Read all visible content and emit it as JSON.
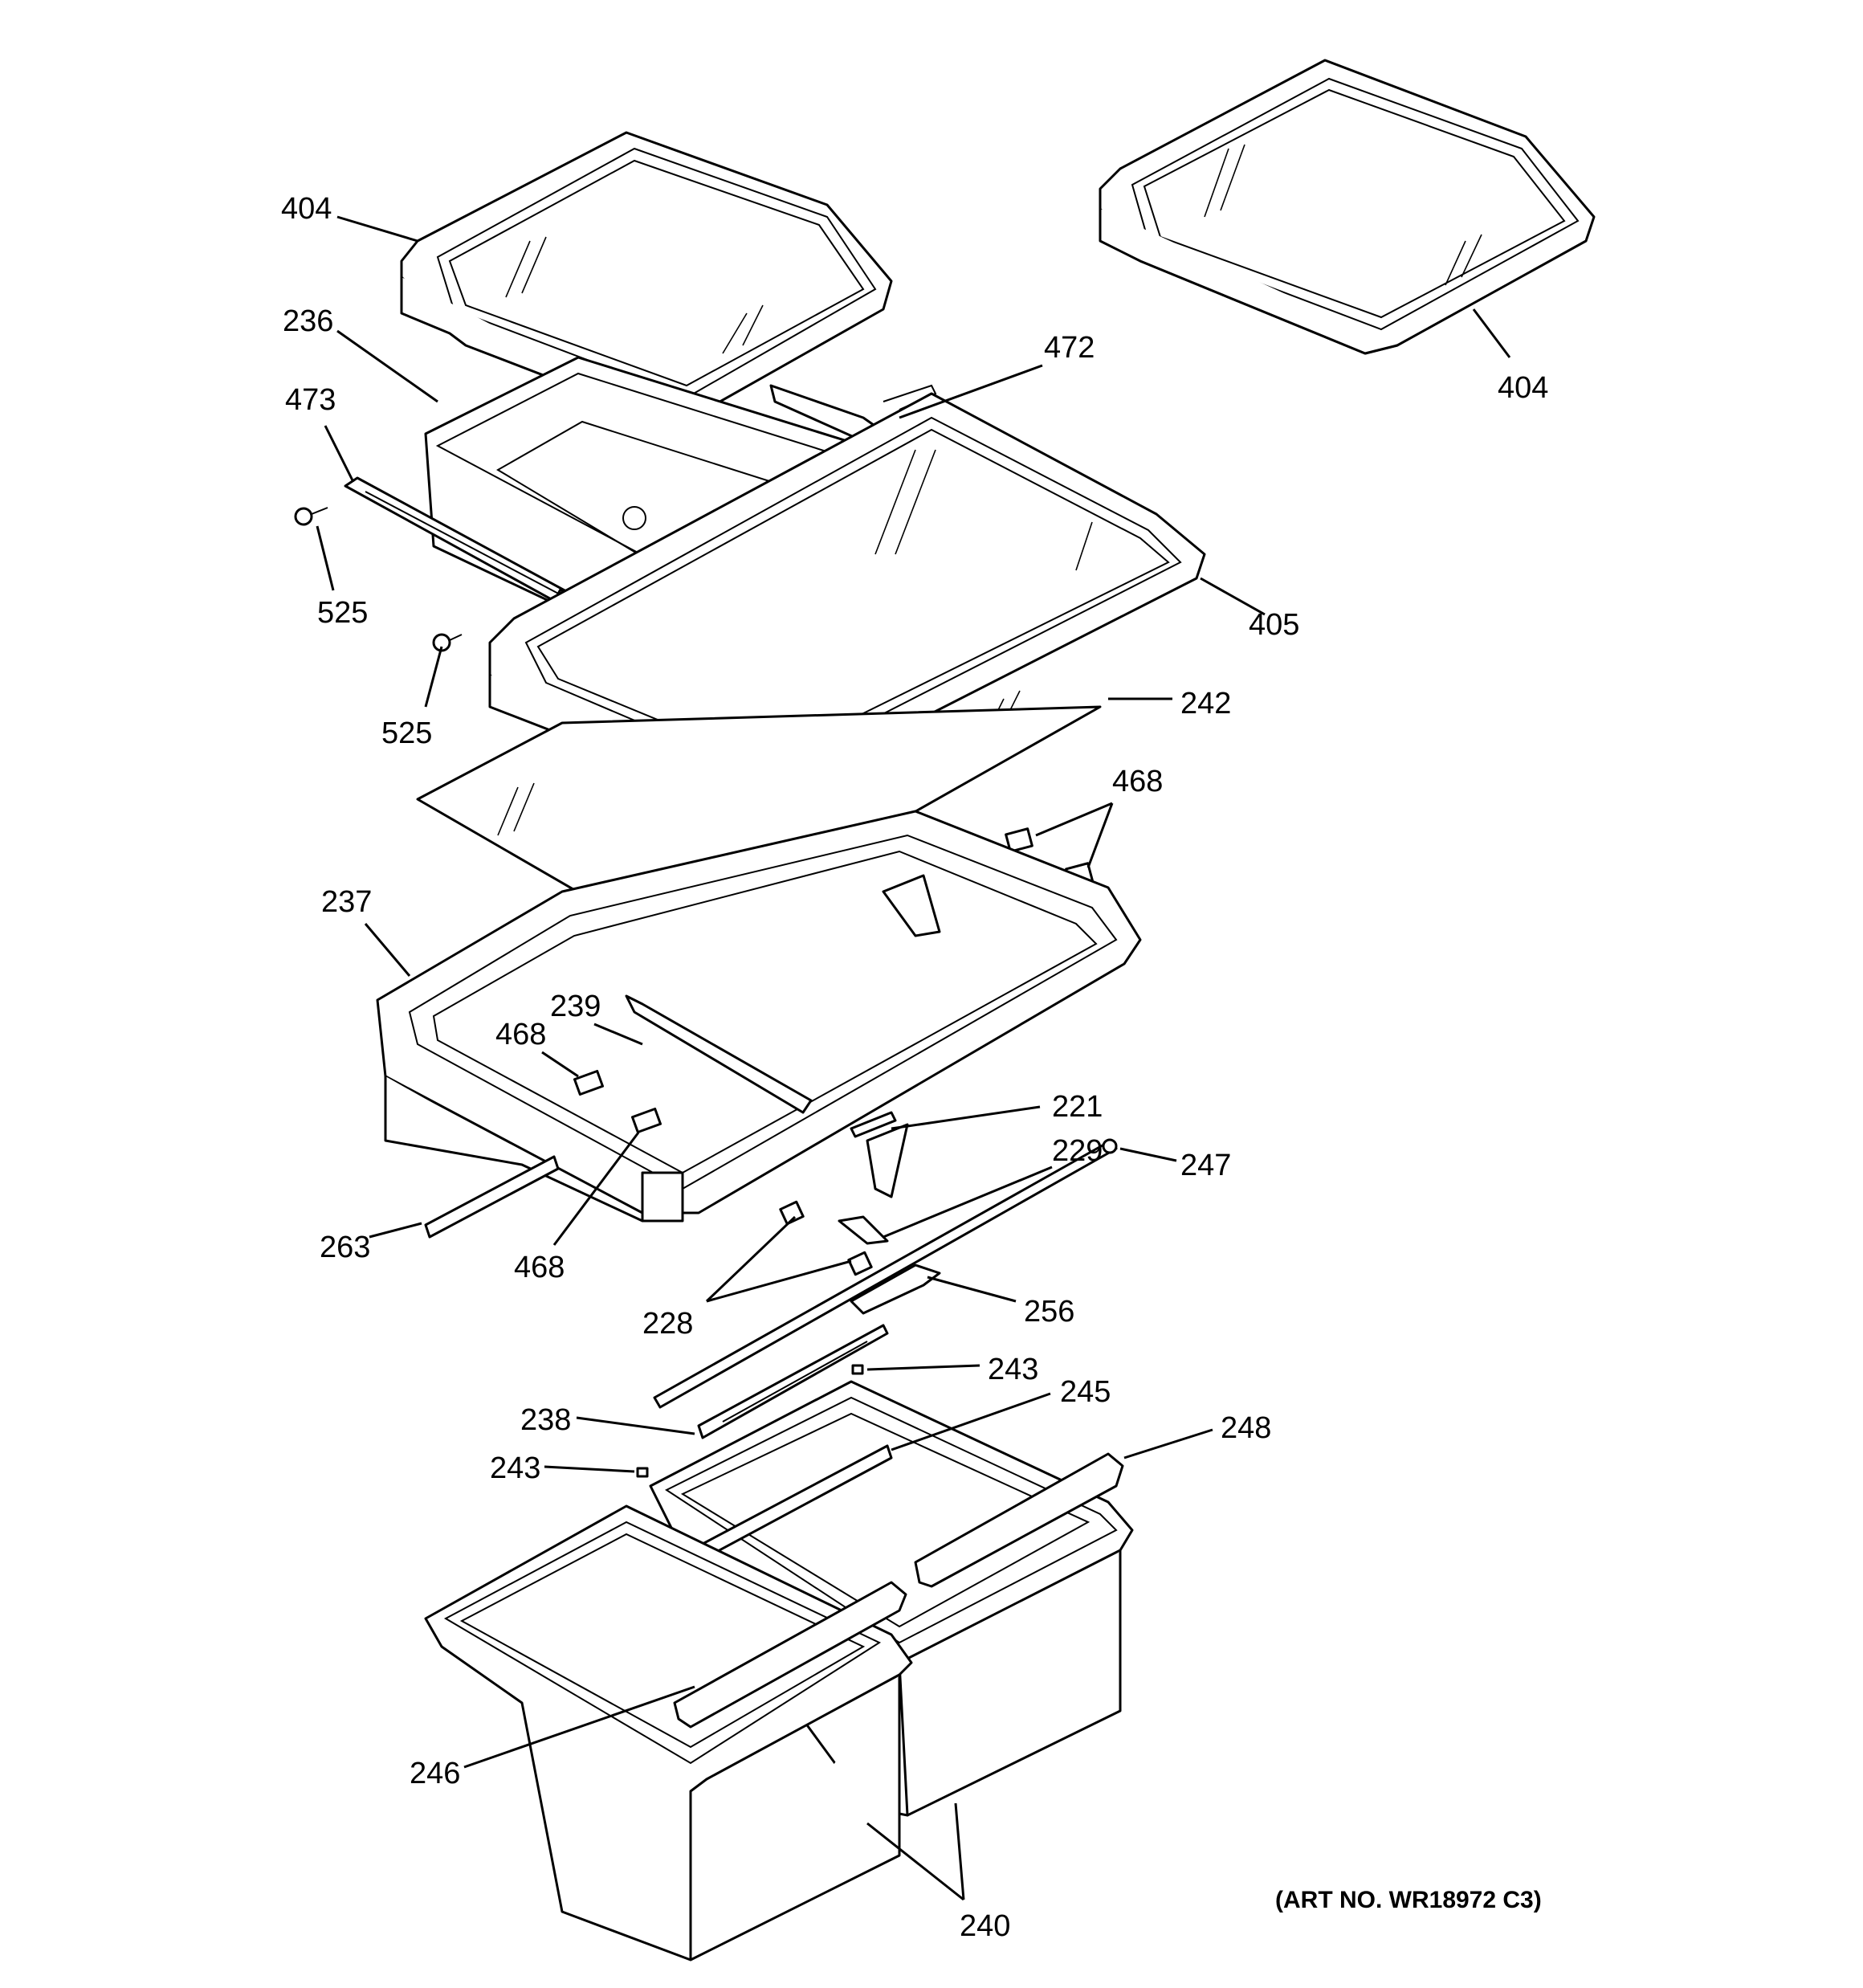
{
  "callouts": {
    "c404a": "404",
    "c404b": "404",
    "c236": "236",
    "c472": "472",
    "c473": "473",
    "c525a": "525",
    "c525b": "525",
    "c405": "405",
    "c242": "242",
    "c468a": "468",
    "c468b": "468",
    "c468c": "468",
    "c237": "237",
    "c239": "239",
    "c221": "221",
    "c229": "229",
    "c247": "247",
    "c263": "263",
    "c228": "228",
    "c256": "256",
    "c243a": "243",
    "c243b": "243",
    "c238": "238",
    "c245": "245",
    "c248": "248",
    "c246": "246",
    "c240": "240"
  },
  "art_number": "(ART NO. WR18972 C3)"
}
